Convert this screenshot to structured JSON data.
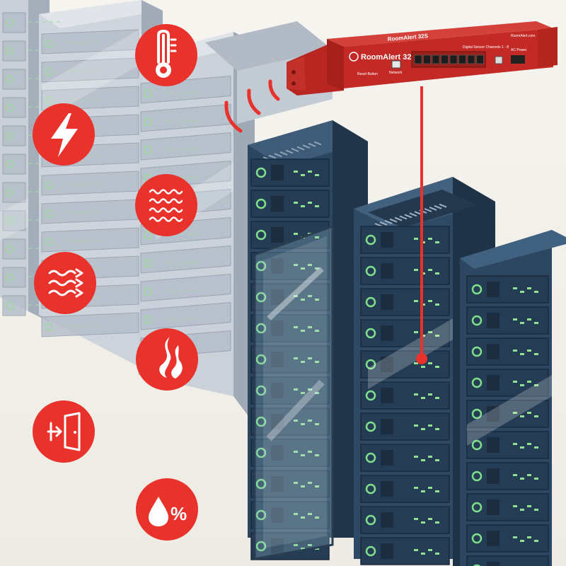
{
  "device": {
    "brand": "RoomAlert 32S",
    "face_label": "RoomAlert 32S",
    "port_caption": "Digital Sensor Channels 1 - 8",
    "network_label": "Network",
    "reset_label": "Reset Button",
    "ac_label": "AC Power",
    "website": "RoomAlert.com"
  },
  "icons": [
    {
      "name": "thermometer-icon",
      "meaning": "temperature"
    },
    {
      "name": "lightning-icon",
      "meaning": "power"
    },
    {
      "name": "water-waves-icon",
      "meaning": "flood"
    },
    {
      "name": "airflow-icon",
      "meaning": "airflow"
    },
    {
      "name": "flame-icon",
      "meaning": "smoke/heat"
    },
    {
      "name": "door-icon",
      "meaning": "room entry"
    },
    {
      "name": "humidity-icon",
      "meaning": "humidity"
    }
  ],
  "humidity_symbol": "%",
  "colors": {
    "accent_red": "#e8322b",
    "device_red": "#c42a25",
    "rack_dark": "#2f4a63",
    "rack_ghost": "#c7cfd9",
    "led_green": "#7ee08a",
    "background": "#f3f1ec"
  }
}
